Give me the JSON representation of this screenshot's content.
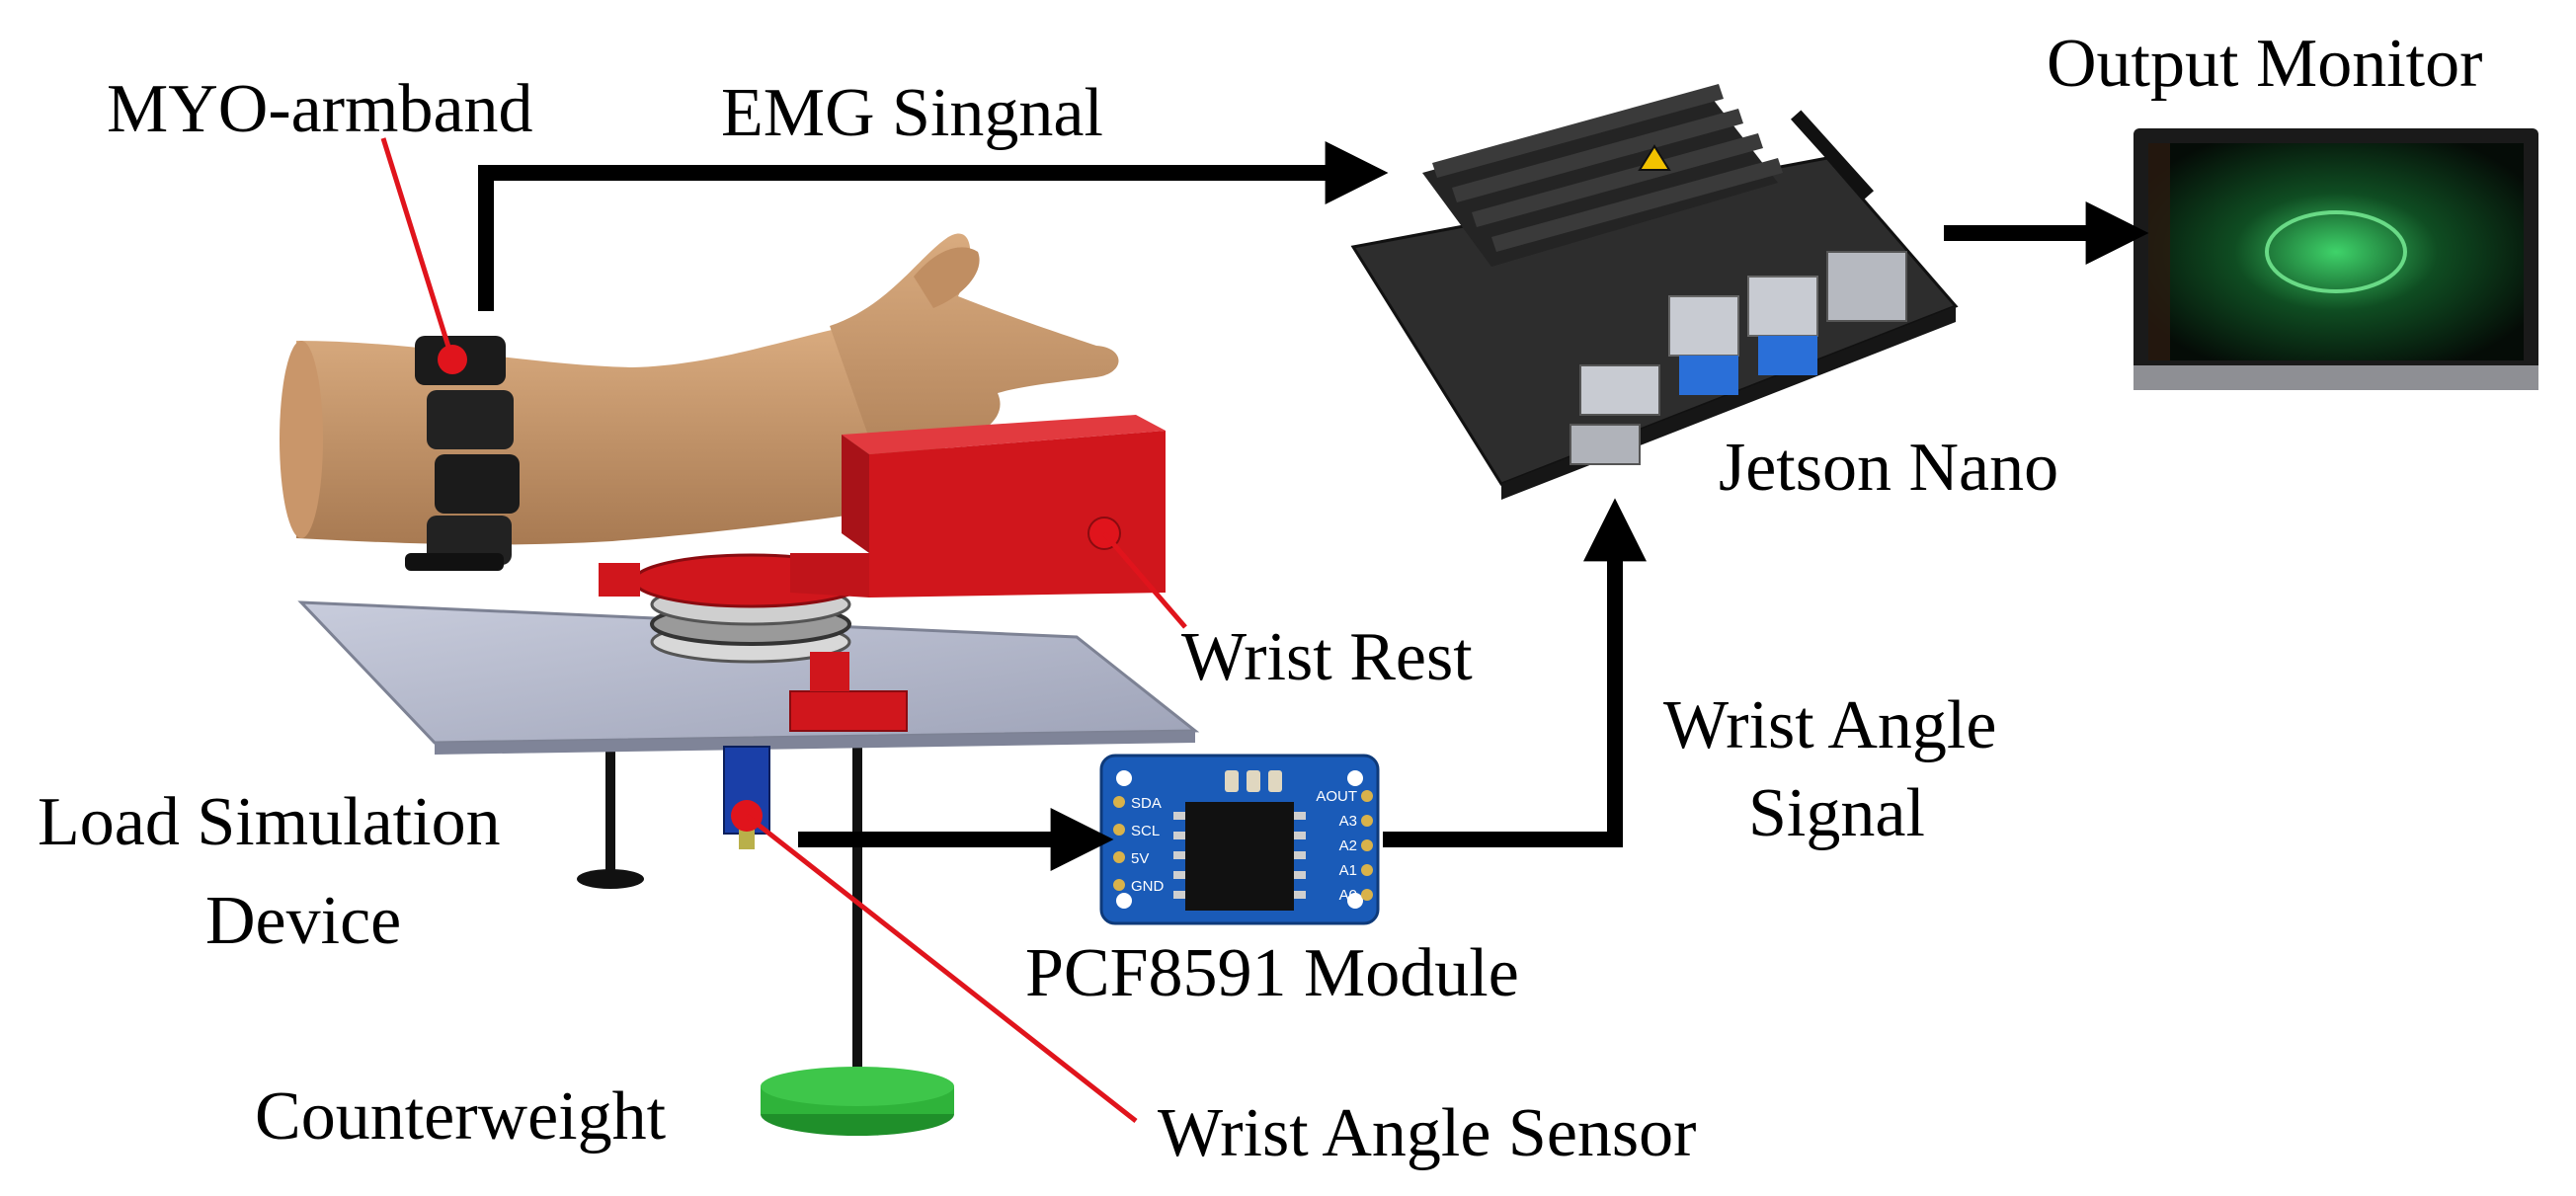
{
  "labels": {
    "myo_armband": "MYO-armband",
    "emg_signal": "EMG Singnal",
    "output_monitor": "Output Monitor",
    "jetson_nano": "Jetson Nano",
    "wrist_rest": "Wrist Rest",
    "wrist_angle_signal_line1": "Wrist Angle",
    "wrist_angle_signal_line2": "Signal",
    "load_simulation_device_line1": "Load  Simulation",
    "load_simulation_device_line2": "Device",
    "pcf8591_module": "PCF8591 Module",
    "counterweight": "Counterweight",
    "wrist_angle_sensor": "Wrist Angle Sensor"
  },
  "pcf8591_pins_left": [
    "SDA",
    "SCL",
    "5V",
    "GND"
  ],
  "pcf8591_pins_right": [
    "AOUT",
    "A3",
    "A2",
    "A1",
    "A0"
  ],
  "colors": {
    "arrow": "#000000",
    "callout": "#e0141c",
    "wrist_rest_red": "#d0161c",
    "pcb_blue": "#1a5bb8",
    "counterweight_green": "#2fb33a",
    "skin": "#c99a6e",
    "plate": "#b9bdd0"
  }
}
